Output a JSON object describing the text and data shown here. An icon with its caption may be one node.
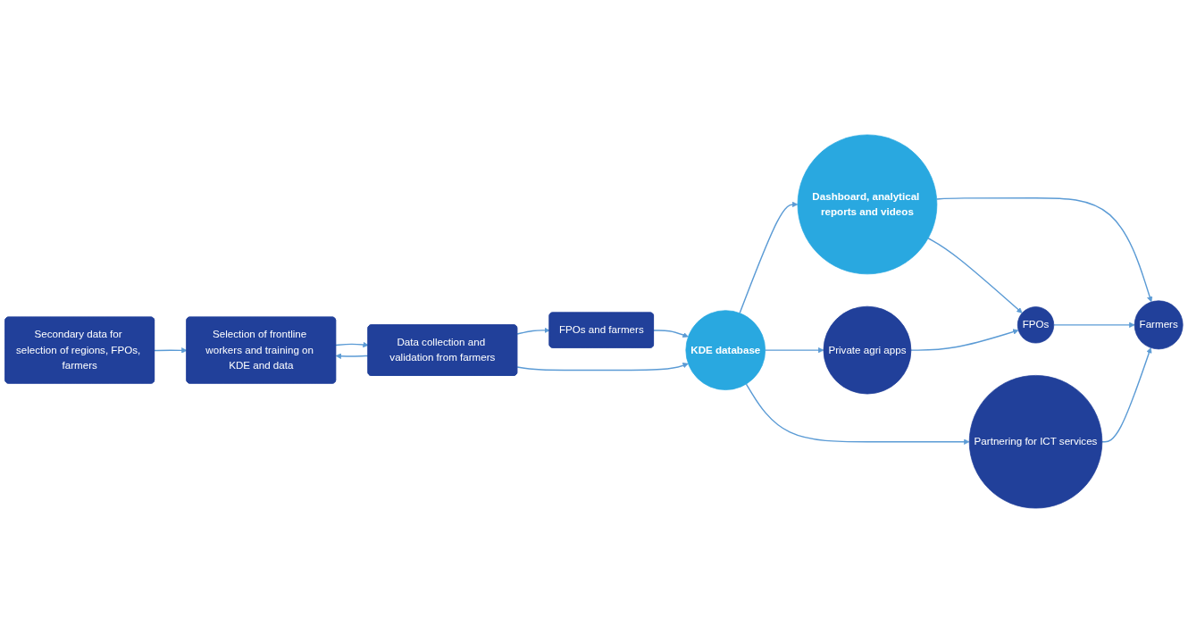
{
  "diagram": {
    "nodes": [
      {
        "text": [
          "Secondary data for selection of regions, FPOs, farmers"
        ]
      },
      {
        "text": [
          "Selection of frontline workers and training on KDE and data"
        ]
      },
      {
        "text": [
          "Data collection and validation from farmers"
        ]
      },
      {
        "text": [
          "FPOs and farmers"
        ]
      },
      {
        "text": [
          "KDE database"
        ]
      },
      {
        "text": [
          "Dashboard, analytical reports and videos"
        ]
      },
      {
        "text": [
          "Farmers"
        ]
      },
      {
        "text": [
          "FPOs"
        ]
      },
      {
        "text": [
          "Private agri apps"
        ]
      },
      {
        "text": [
          "Partnering for ICT services"
        ]
      }
    ],
    "edges": [
      {
        "from": 0,
        "to": 1,
        "arrow": "to"
      },
      {
        "from": 2,
        "to": 1,
        "arrow": "to"
      },
      {
        "from": 1,
        "to": 2,
        "arrow": "to"
      },
      {
        "from": 2,
        "to": 3,
        "arrow": "to"
      },
      {
        "from": 2,
        "to": 4,
        "arrow": "to"
      },
      {
        "from": 3,
        "to": 4,
        "arrow": "to"
      },
      {
        "from": 4,
        "to": 5,
        "arrow": "to"
      },
      {
        "from": 5,
        "to": 6,
        "arrow": "to"
      },
      {
        "from": 5,
        "to": 7,
        "arrow": "to"
      },
      {
        "from": 4,
        "to": 8,
        "arrow": "to"
      },
      {
        "from": 4,
        "to": 9,
        "arrow": "to"
      },
      {
        "from": 9,
        "to": 6,
        "arrow": "to"
      },
      {
        "from": 8,
        "to": 7,
        "arrow": "to"
      },
      {
        "from": 7,
        "to": 6,
        "arrow": "to"
      }
    ]
  }
}
